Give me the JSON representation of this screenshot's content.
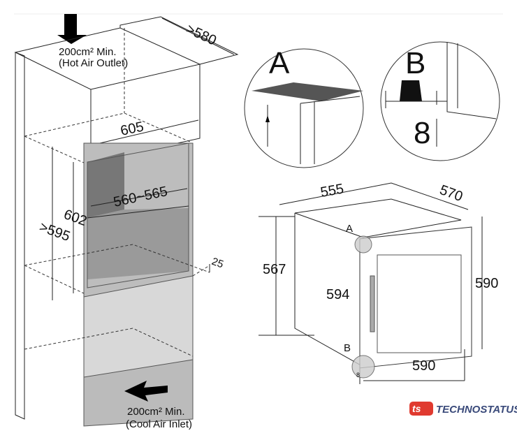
{
  "niche_diagram": {
    "depth_label": ">580",
    "outlet_area": "200cm² Min.",
    "outlet_name": "(Hot Air Outlet)",
    "width_label": "605",
    "inner_width_label": "560~565",
    "height_label": "602",
    "min_height_label": ">595",
    "gap_label": "25",
    "inlet_area": "200cm² Min.",
    "inlet_name": "(Cool Air Inlet)"
  },
  "detail_a": {
    "letter": "A"
  },
  "detail_b": {
    "letter": "B",
    "gap_label": "8"
  },
  "appliance_diagram": {
    "width_label": "555",
    "depth_label": "570",
    "height_label": "567",
    "door_height_label": "594",
    "total_height_label": "590",
    "door_open_depth_label": "590",
    "marker_a": "A",
    "marker_b": "B",
    "marker_b_gap": "8"
  },
  "logo": {
    "mark": "ts",
    "brand": "TECHNOSTATUS",
    "color": "#e03a2f"
  }
}
